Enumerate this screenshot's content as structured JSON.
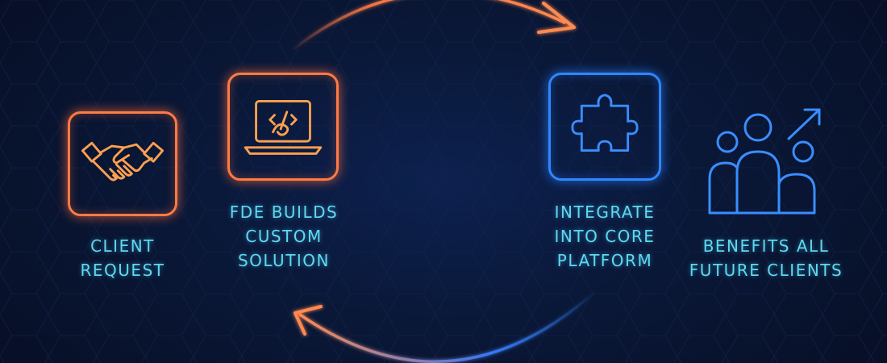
{
  "steps": [
    {
      "id": "client-request",
      "lines": [
        "CLIENT",
        "REQUEST"
      ],
      "icon": "handshake-icon",
      "tone": "warm"
    },
    {
      "id": "fde-builds",
      "lines": [
        "FDE BUILDS",
        "CUSTOM",
        "SOLUTION"
      ],
      "icon": "laptop-code-icon",
      "tone": "warm"
    },
    {
      "id": "integrate",
      "lines": [
        "INTEGRATE",
        "INTO CORE",
        "PLATFORM"
      ],
      "icon": "puzzle-piece-icon",
      "tone": "cool"
    },
    {
      "id": "benefits",
      "lines": [
        "BENEFITS ALL",
        "FUTURE CLIENTS"
      ],
      "icon": "users-growth-icon",
      "tone": "cool"
    }
  ],
  "colors": {
    "warm": "#ff7a45",
    "cool": "#2f86ff",
    "label": "#5fd8f0",
    "background": "#08122b"
  }
}
